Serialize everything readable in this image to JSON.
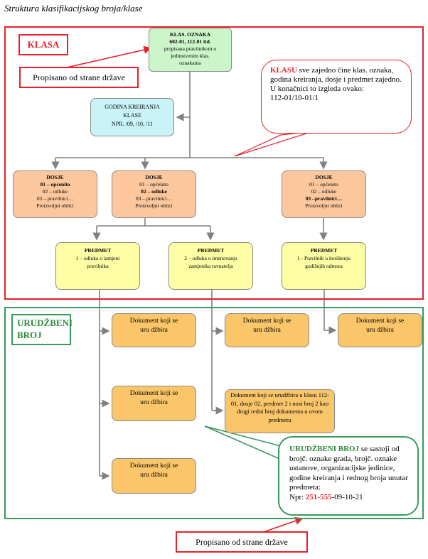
{
  "title": "Struktura klasifikacijskog broja/klase",
  "klasa_section": {
    "tag": "KLASA",
    "prescribed_label": "Propisano od strane države",
    "klas_oznaka": {
      "line1": "KLAS. OZNAKA",
      "line2": "602-01, 112-01 itd.",
      "line3": "propisana pravilnikom o",
      "line4": "jedinstvenim klas.",
      "line5": "oznakama"
    },
    "godina": {
      "line1": "GODINA KREIRANJA",
      "line2": "KLASE",
      "line3": "NPR. /09, /10, /11"
    },
    "note": {
      "highlight": "KLASU",
      "text": " sve zajedno čine klas. oznaka, godina kreiranja, dosje i predmet zajedno. U konačnici to izgleda ovako:",
      "example": "112-01/10-01/1"
    },
    "dosje": [
      {
        "title": "DOSJE",
        "items": [
          "01 – općenito",
          "02 – odluke",
          "03 – pravilnici…"
        ],
        "footer": "Proizvoljni obilci"
      },
      {
        "title": "DOSJE",
        "items": [
          "01 – općenito",
          "02 – odluke",
          "03 – pravilnici…"
        ],
        "footer": "Proizvoljni oblici"
      },
      {
        "title": "DOSJE",
        "items": [
          "01 – općenito",
          "02 – odluke",
          "03 –pravilnici…"
        ],
        "footer": "Proizvoljni oblici"
      }
    ],
    "predmet": [
      {
        "title": "PREDMET",
        "text": "1 – odluka o izmjeni pravilnika"
      },
      {
        "title": "PREDMET",
        "text": "2 – odluka o imenovanju zamjenika ravnatelja"
      },
      {
        "title": "PREDMET",
        "text": "1 - Pravilnik o korištenju godišnjih odmora"
      }
    ]
  },
  "urudzbeni_section": {
    "tag_line1": "URUDŽBENI",
    "tag_line2": "BROJ",
    "doc_label_line1": "Dokument koji se",
    "doc_label_line2": "uru džbira",
    "doc_long": "Dokument koji se urudžbira u klasu 112-01, dosje 02, predmet 2 i nosi broj 2 kao drugi redni broj dokumenta u ovom predmetu",
    "note": {
      "highlight": "URUDŽBENI BROJ",
      "text": " se sastoji od brojč. oznake grada, brojč. oznake ustanove, organizacijske jedinice, godine kreiranja i rednog broja unutar predmeta:",
      "example_prefix": "Npr: ",
      "example_red": "251-555",
      "example_rest": "-09-10-21"
    },
    "prescribed_label": "Propisano od strane države"
  },
  "colors": {
    "red": "#e8202a",
    "green": "#3a9a5b",
    "klas_green": "#ccf5c9",
    "cyan": "#c9f3f6",
    "peach": "#fdc79d",
    "yellow": "#fefea4",
    "orange": "#fbc66a"
  }
}
